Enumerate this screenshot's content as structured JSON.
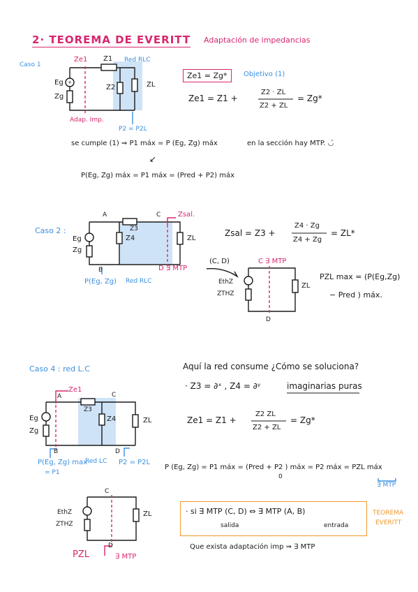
{
  "title": "2· TEOREMA DE EVERITT",
  "subtitle": "Adaptación de impedancias",
  "caso1": {
    "label": "Caso 1",
    "ze1": "Ze1",
    "z1": "Z1",
    "red": "Red RLC",
    "eg": "Eg",
    "zg": "Zg",
    "z2": "Z2",
    "zl": "ZL",
    "adap": "Adap. Imp.",
    "p2": "P2 = P2L",
    "cond_box": "Ze1 = Zg*",
    "objetivo": "Objetivo  (1)",
    "eq_left": "Ze1 = Z1 +",
    "eq_num": "Z2 · ZL",
    "eq_den": "Z2 + ZL",
    "eq_right": "= Zg*",
    "cumple": "se cumple (1) ⇒  P1 máx = P (Eg, Zg) máx",
    "seccion": "en la sección hay MTP.  ◡̈",
    "arrow": "↙",
    "p_eq": "P(Eg, Zg) máx = P1 máx = (Pred + P2) máx"
  },
  "caso2": {
    "label": "Caso 2 :",
    "a": "A",
    "c": "C",
    "d": "D",
    "b": "B",
    "zsal": "Zsal.",
    "z3": "Z3",
    "z4": "Z4",
    "eg": "Eg",
    "zg": "Zg",
    "zl": "ZL",
    "mtp": "D ∃ MTP",
    "p": "P(Eg, Zg)",
    "red": "Red RLC",
    "zsal_eq_left": "Zsal = Z3 +",
    "zsal_num": "Z4 · Zg",
    "zsal_den": "Z4 + Zg",
    "zsal_right": "= ZL*",
    "cd": "(C, D)",
    "c_mtp": "C ∃ MTP",
    "ethz": "EthZ",
    "zthz": "ZTHZ",
    "zl2": "ZL",
    "d2": "D",
    "pzl1": "PZL max = (P(Eg,Zg)",
    "pzl2": "− Pred ) máx."
  },
  "caso4": {
    "label": "Caso 4 : red L.C",
    "aqui": "Aquí la red consume  ¿Cómo se soluciona?",
    "imag_eq": "·  Z3 = ∂ˣ  ,  Z4 = ∂ʸ",
    "imag_txt": "imaginarias puras",
    "ze1": "Ze1",
    "a": "A",
    "c": "C",
    "b": "B",
    "d": "D",
    "z3": "Z3",
    "z4": "Z4",
    "eg": "Eg",
    "zg": "Zg",
    "zl": "ZL",
    "p_left": "P(Eg, Zg) max",
    "p_left2": "= P1",
    "red": "Red  LC",
    "p2": "P2 = P2L",
    "eq_left": "Ze1 = Z1 +",
    "eq_num": "Z2 ZL",
    "eq_den": "Z2 + ZL",
    "eq_right": "= Zg*",
    "p_eq": "P (Eg, Zg) = P1 máx = (Pred + P2 ) máx = P2 máx = PZL máx",
    "zero": "0",
    "mtp_small": "∃ MTP",
    "c2": "C",
    "d2": "D",
    "ethz": "EthZ",
    "zthz": "ZTHZ",
    "zl2": "ZL",
    "pzl": "PZL",
    "mtp2": "∃ MTP",
    "box_line": "·  si ∃ MTP  (C, D)  ⇔   ∃ MTP  (A, B)",
    "salida": "salida",
    "entrada": "entrada",
    "teorema1": "TEOREMA",
    "teorema2": "EVERITT",
    "final": "Que exista adaptación imp  ⇒  ∃ MTP"
  }
}
